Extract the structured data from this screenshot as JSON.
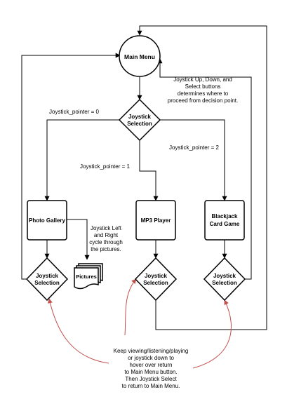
{
  "nodes": {
    "main_menu": "Main Menu",
    "selection_top": [
      "Joystick",
      "Selection"
    ],
    "photo_gallery": "Photo Gallery",
    "mp3_player": "MP3 Player",
    "blackjack": [
      "Blackjack",
      "Card Game"
    ],
    "pictures": "Pictures",
    "selection_photo": [
      "Joystick",
      "Selection"
    ],
    "selection_mp3": [
      "Joystick",
      "Selection"
    ],
    "selection_blackjack": [
      "Joystick",
      "Selection"
    ]
  },
  "labels": {
    "joystick_note": [
      "Joystick Up, Down, and",
      "Select buttons",
      "determines where to",
      "proceed from decision point."
    ],
    "pointer_0": "Joystick_pointer = 0",
    "pointer_1": "Joystick_pointer = 1",
    "pointer_2": "Joystick_pointer = 2",
    "cycle_note": [
      "Joystick Left",
      "and Right",
      "cycle through",
      "the pictures."
    ],
    "return_note": [
      "Keep viewing/listening/playing",
      "or joystick down to",
      "hover over return",
      "to Main Menu button.",
      "Then Joystick Select",
      "to return to Main Menu."
    ]
  },
  "colors": {
    "curve": "#c0504d",
    "stroke": "#000000"
  }
}
